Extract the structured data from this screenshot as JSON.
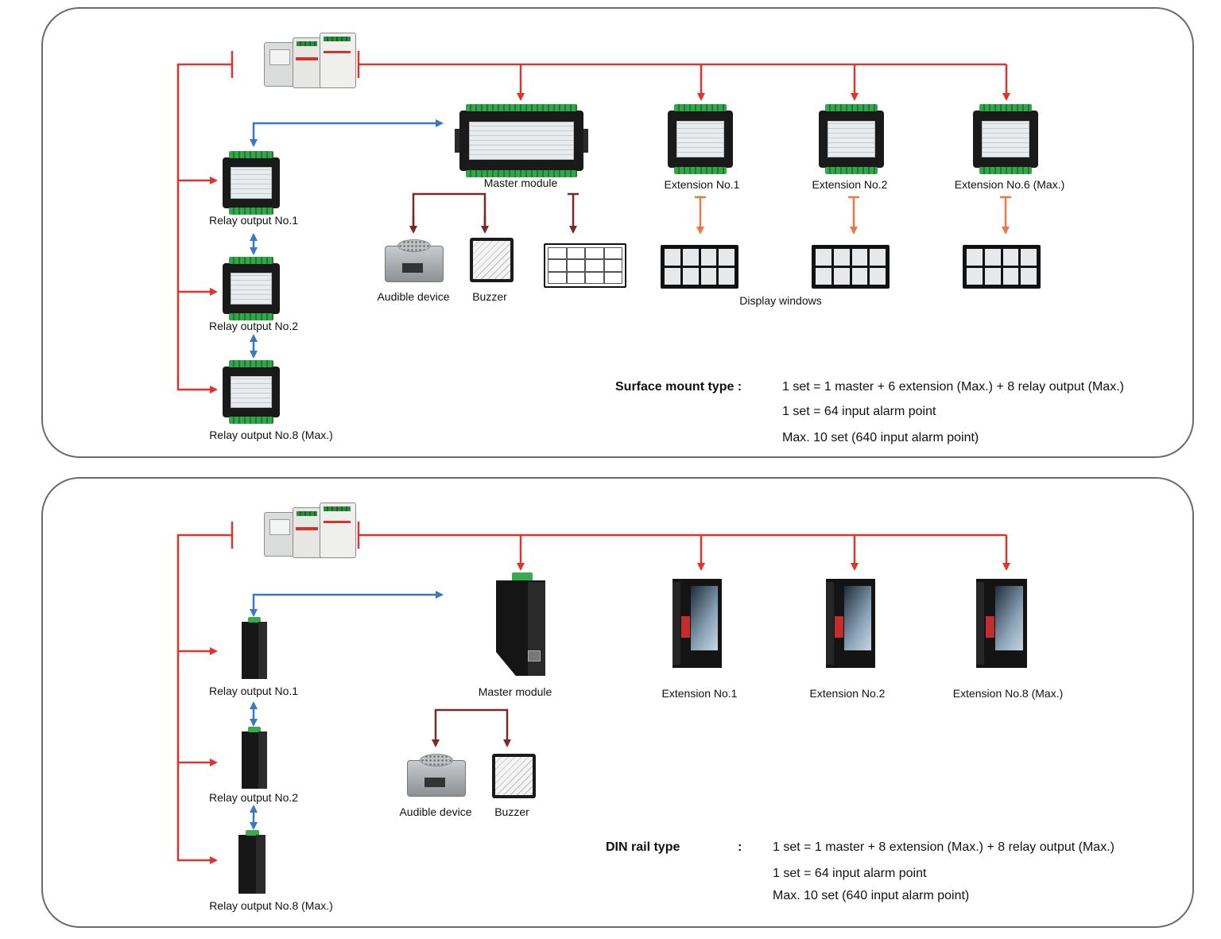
{
  "colors": {
    "power_line": "#e0342a",
    "comm_line": "#3a78c1",
    "alarm_line": "#7a2a26",
    "display_line": "#ea7a45",
    "panel_border": "#6b6b6b"
  },
  "panel1": {
    "master_label": "Master module",
    "extension_labels": [
      "Extension No.1",
      "Extension No.2",
      "Extension No.6 (Max.)"
    ],
    "relay_labels": [
      "Relay output No.1",
      "Relay output No.2",
      "Relay output No.8 (Max.)"
    ],
    "audible_label": "Audible device",
    "buzzer_label": "Buzzer",
    "display_windows_label": "Display windows",
    "spec_title": "Surface mount type :",
    "spec_lines": [
      "1 set = 1 master + 6 extension (Max.) + 8 relay output (Max.)",
      "1 set = 64 input alarm point",
      "Max. 10 set (640 input alarm point)"
    ]
  },
  "panel2": {
    "master_label": "Master module",
    "extension_labels": [
      "Extension No.1",
      "Extension No.2",
      "Extension No.8 (Max.)"
    ],
    "relay_labels": [
      "Relay output No.1",
      "Relay output No.2",
      "Relay output No.8 (Max.)"
    ],
    "audible_label": "Audible device",
    "buzzer_label": "Buzzer",
    "spec_title": "DIN rail type",
    "spec_colon": ":",
    "spec_lines": [
      "1 set = 1 master + 8 extension (Max.) + 8 relay output (Max.)",
      "1 set = 64 input alarm point",
      "Max. 10 set (640 input alarm point)"
    ]
  }
}
